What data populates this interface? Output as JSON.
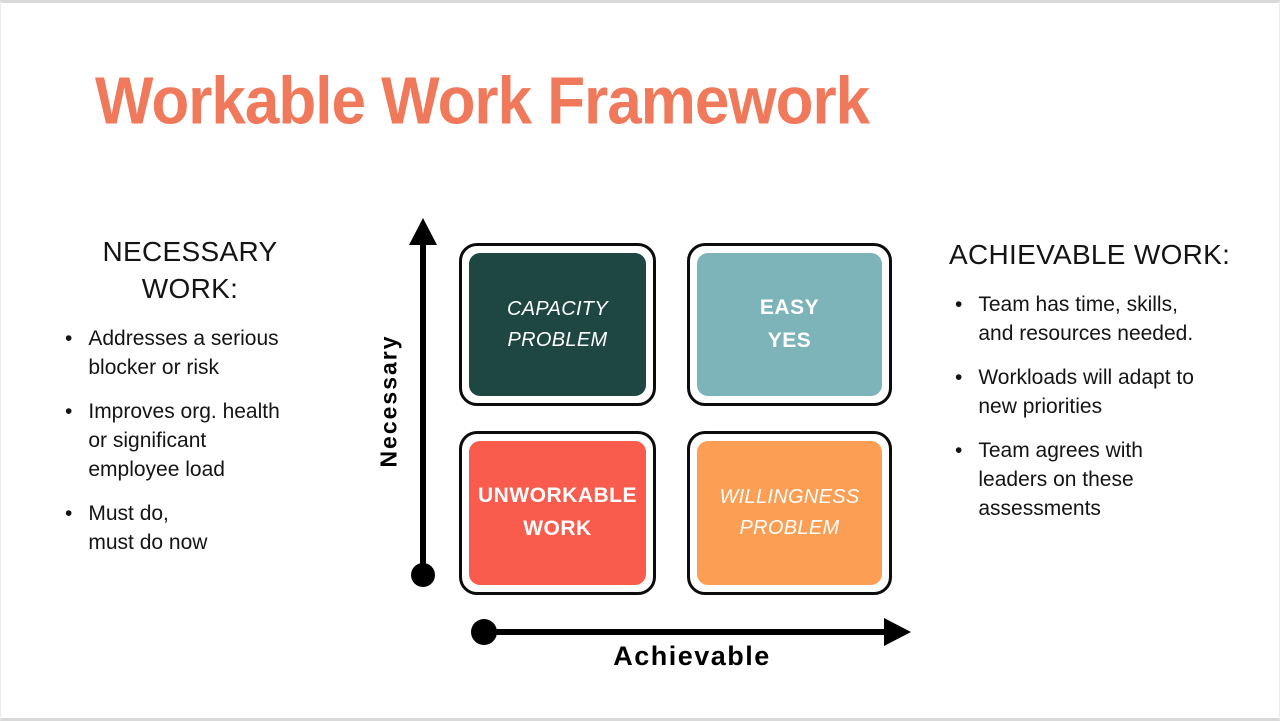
{
  "slide": {
    "title": "Workable Work Framework",
    "accent_color": "#F0795B",
    "text_color": "#141414"
  },
  "left_panel": {
    "heading": "NECESSARY\nWORK:",
    "bullets": [
      "Addresses a serious\nblocker or risk",
      "Improves org. health\nor significant\nemployee load",
      "Must do,\nmust do now"
    ]
  },
  "right_panel": {
    "heading": "ACHIEVABLE WORK:",
    "bullets": [
      "Team has time, skills,\nand resources needed.",
      "Workloads will adapt to\nnew priorities",
      "Team agrees with\nleaders on these\nassessments"
    ]
  },
  "matrix": {
    "y_axis_label": "Necessary",
    "x_axis_label": "Achievable",
    "axis_color": "#000000",
    "quadrants": [
      {
        "position": "top-left",
        "label": "CAPACITY\nPROBLEM",
        "color": "#1F4742",
        "text_style": "italic"
      },
      {
        "position": "top-right",
        "label": "EASY\nYES",
        "color": "#7DB4BA",
        "text_style": "bold"
      },
      {
        "position": "bottom-left",
        "label": "UNWORKABLE\nWORK",
        "color": "#F95B4D",
        "text_style": "bold"
      },
      {
        "position": "bottom-right",
        "label": "WILLINGNESS\nPROBLEM",
        "color": "#FC9E54",
        "text_style": "italic"
      }
    ]
  }
}
